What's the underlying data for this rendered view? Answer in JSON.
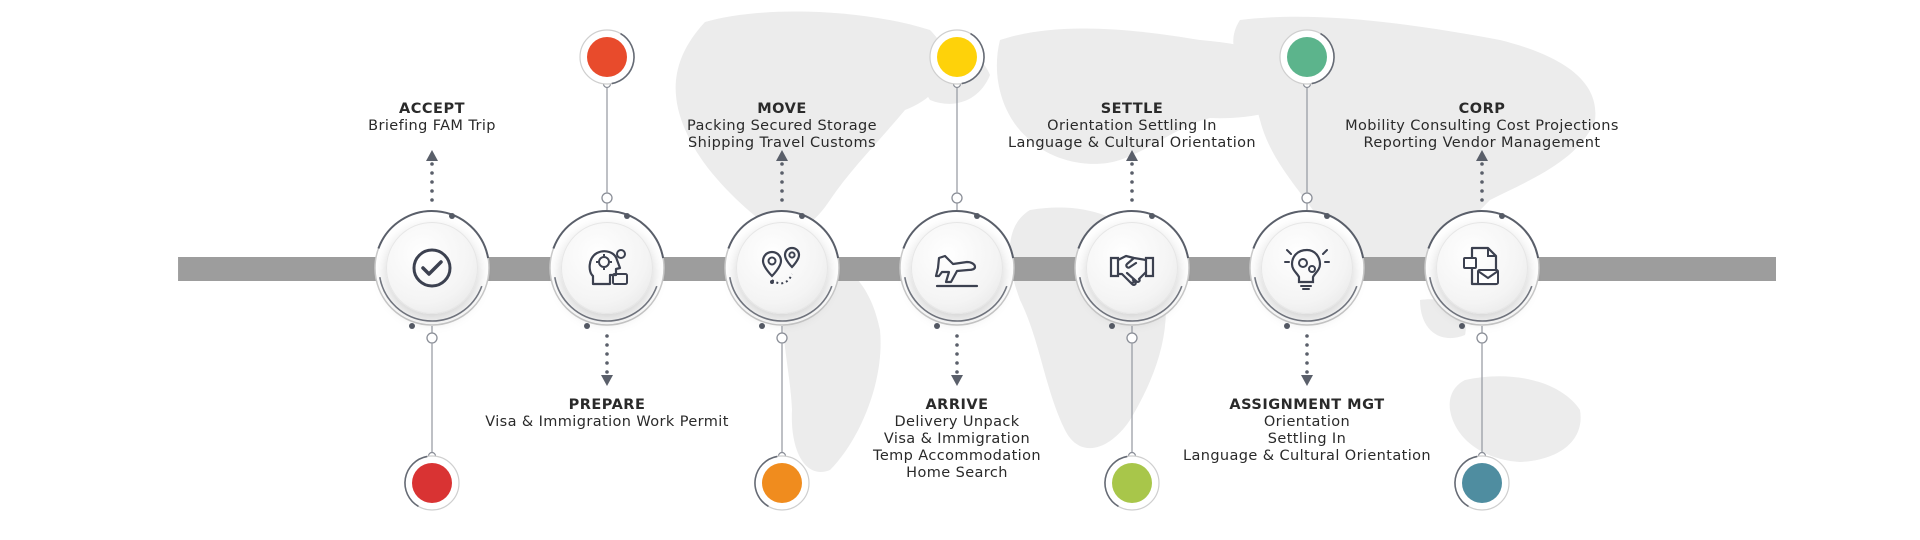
{
  "stages": [
    {
      "title": "ACCEPT",
      "desc": "Briefing FAM Trip",
      "icon": "check-icon",
      "color": "#d93333",
      "label_side": "top",
      "dot_side": "bottom"
    },
    {
      "title": "PREPARE",
      "desc": "Visa & Immigration Work Permit",
      "icon": "head-gear-icon",
      "color": "#e84b2c",
      "label_side": "bottom",
      "dot_side": "top"
    },
    {
      "title": "MOVE",
      "desc": "Packing Secured Storage\nShipping Travel Customs",
      "icon": "map-pins-route-icon",
      "color": "#f08c1e",
      "label_side": "top",
      "dot_side": "bottom"
    },
    {
      "title": "ARRIVE",
      "desc": "Delivery Unpack\nVisa & Immigration\nTemp Accommodation\nHome Search",
      "icon": "airplane-landing-icon",
      "color": "#fed20a",
      "label_side": "bottom",
      "dot_side": "top"
    },
    {
      "title": "SETTLE",
      "desc": "Orientation Settling In\nLanguage & Cultural Orientation",
      "icon": "handshake-icon",
      "color": "#a8c64a",
      "label_side": "top",
      "dot_side": "bottom"
    },
    {
      "title": "ASSIGNMENT MGT",
      "desc": "Orientation\nSettling In\nLanguage & Cultural Orientation",
      "icon": "lightbulb-gears-icon",
      "color": "#5cb48c",
      "label_side": "bottom",
      "dot_side": "top"
    },
    {
      "title": "CORP",
      "desc": "Mobility Consulting Cost Projections\nReporting Vendor Management",
      "icon": "documents-icon",
      "color": "#4f8da0",
      "label_side": "top",
      "dot_side": "bottom"
    }
  ]
}
